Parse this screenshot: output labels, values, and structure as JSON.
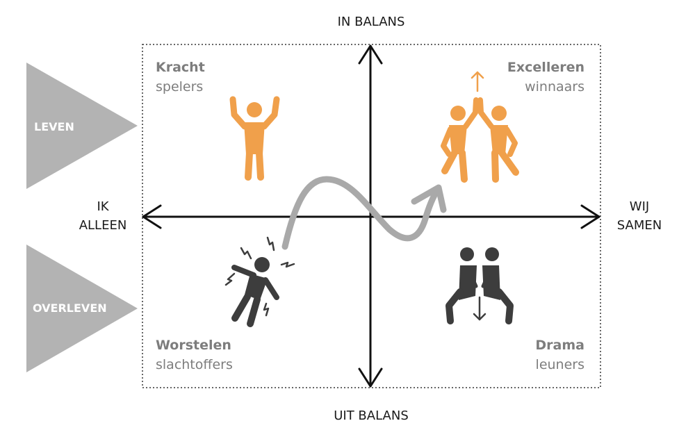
{
  "colors": {
    "orange": "#f0a04b",
    "dark": "#3d3d3d",
    "gray_arrow": "#a9a9a9",
    "triangle": "#b3b3b3",
    "label_gray": "#7d7d7d",
    "axis": "#111111"
  },
  "axes": {
    "top": "IN BALANS",
    "bottom": "UIT BALANS",
    "left": [
      "IK",
      "ALLEEN"
    ],
    "right": [
      "WIJ",
      "SAMEN"
    ]
  },
  "side_levels": [
    {
      "label": "LEVEN"
    },
    {
      "label": "OVERLEVEN"
    }
  ],
  "quadrants": {
    "top_left": {
      "title": "Kracht",
      "subtitle": "spelers",
      "icon": "person-arms-raised-icon"
    },
    "top_right": {
      "title": "Excelleren",
      "subtitle": "winnaars",
      "icon": "high-five-icon"
    },
    "bottom_left": {
      "title": "Worstelen",
      "subtitle": "slachtoffers",
      "icon": "struggling-person-icon"
    },
    "bottom_right": {
      "title": "Drama",
      "subtitle": "leuners",
      "icon": "leaning-persons-icon"
    }
  },
  "path_icon": "growth-wave-arrow-icon"
}
